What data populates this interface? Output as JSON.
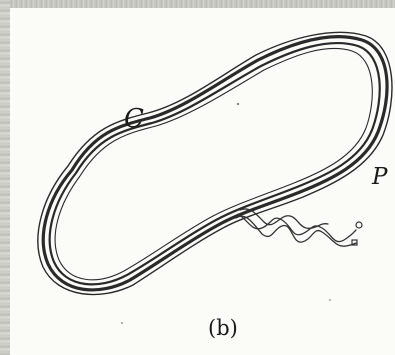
{
  "figure": {
    "label_circle": "C",
    "label_plasmid": "P",
    "caption": "(b)"
  }
}
